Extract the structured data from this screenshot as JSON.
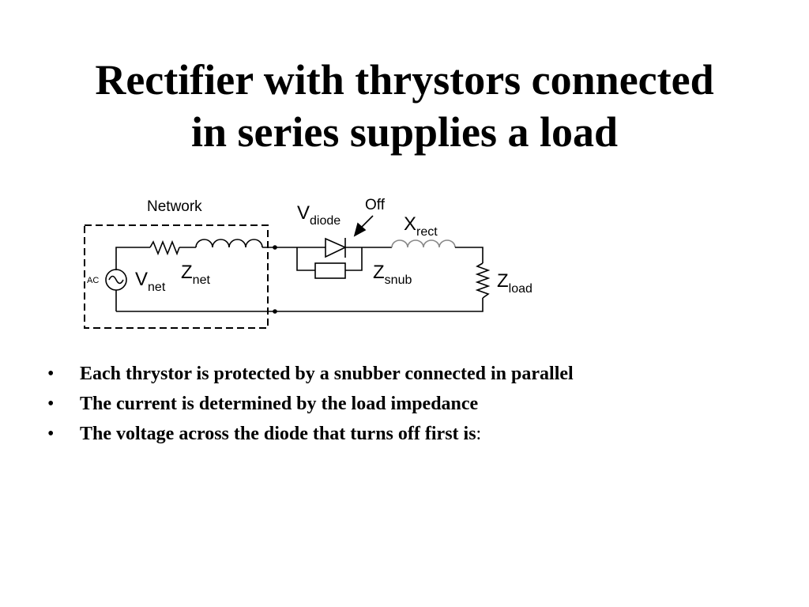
{
  "slide": {
    "title_line1": "Rectifier with thrystors connected",
    "title_line2": "in series supplies a load"
  },
  "diagram": {
    "network_label": "Network",
    "ac_label": "AC",
    "vnet_main": "V",
    "vnet_sub": "net",
    "znet_main": "Z",
    "znet_sub": "net",
    "vdiode_main": "V",
    "vdiode_sub": "diode",
    "off_label": "Off",
    "xrect_main": "X",
    "xrect_sub": "rect",
    "zsnub_main": "Z",
    "zsnub_sub": "snub",
    "zload_main": "Z",
    "zload_sub": "load"
  },
  "bullets": {
    "marker": "•",
    "item1": "Each thrystor is protected by a snubber connected in parallel",
    "item2": "The current is determined by the load impedance",
    "item3": "The voltage across the diode that turns off first is",
    "item3_suffix": ":"
  }
}
